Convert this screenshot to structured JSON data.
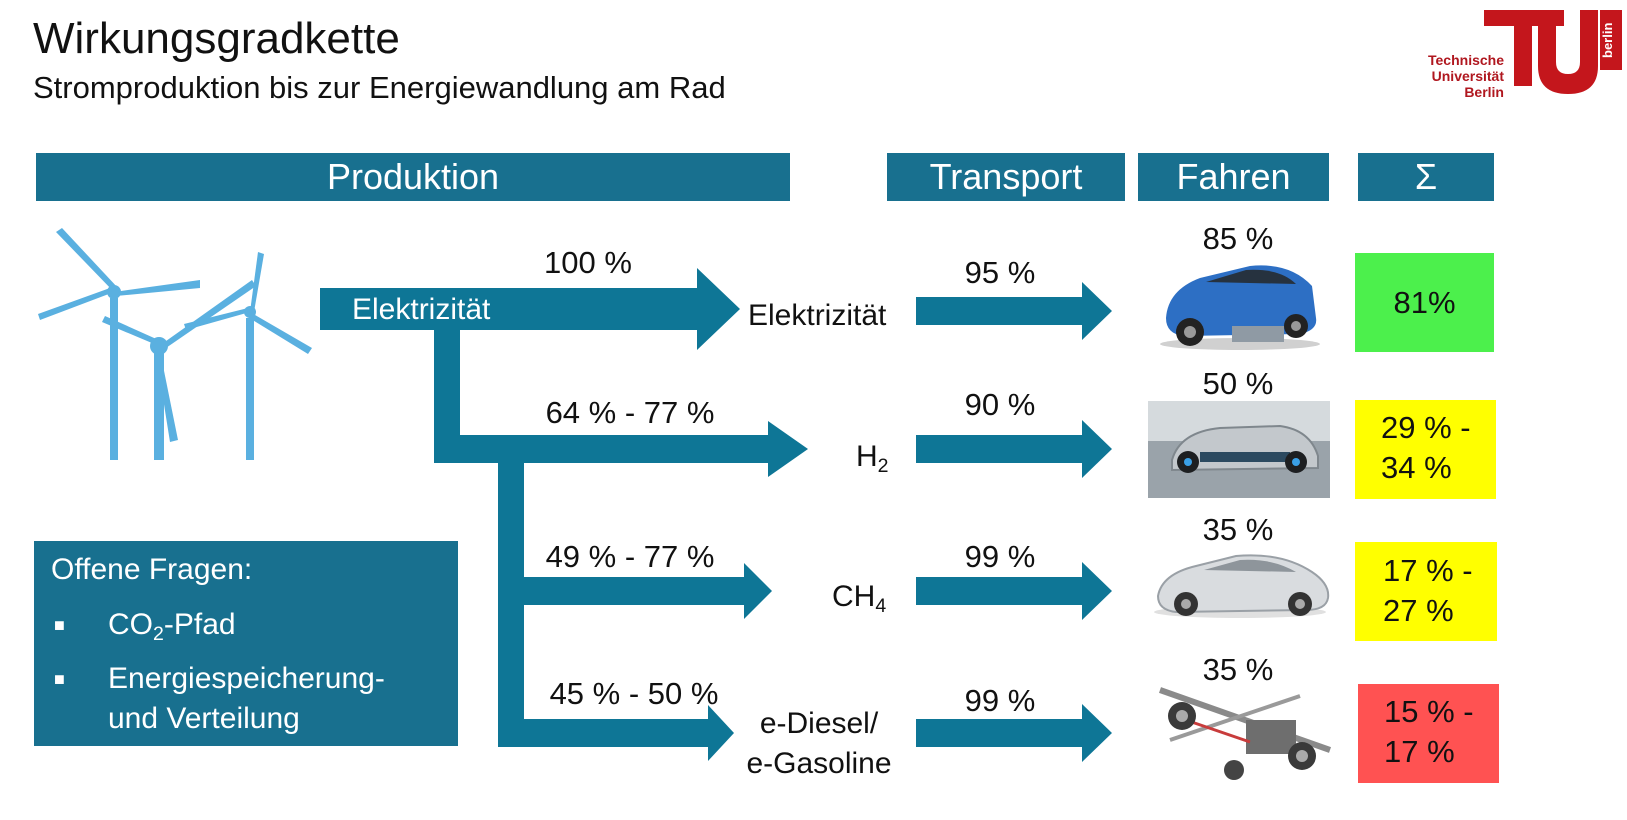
{
  "title": "Wirkungsgradkette",
  "subtitle": "Stromproduktion bis zur Energiewandlung am Rad",
  "logo": {
    "line1": "Technische",
    "line2": "Universität",
    "line3": "Berlin",
    "side": "berlin"
  },
  "headers": {
    "production": "Produktion",
    "transport": "Transport",
    "driving": "Fahren",
    "sum": "Σ"
  },
  "source_label": "Elektrizität",
  "rows": [
    {
      "prod_eff": "100 %",
      "node": "Elektrizität",
      "node_sub": "",
      "transport_eff": "95 %",
      "drive_eff": "85 %",
      "sum_line1": "81%",
      "sum_line2": "",
      "sum_color": "#4cf04c"
    },
    {
      "prod_eff": "64 % - 77 %",
      "node": "H",
      "node_sub": "2",
      "transport_eff": "90 %",
      "drive_eff": "50 %",
      "sum_line1": "29 % -",
      "sum_line2": "34 %",
      "sum_color": "#ffff00"
    },
    {
      "prod_eff": "49 % - 77 %",
      "node": "CH",
      "node_sub": "4",
      "transport_eff": "99 %",
      "drive_eff": "35 %",
      "sum_line1": "17 % -",
      "sum_line2": "27 %",
      "sum_color": "#ffff00"
    },
    {
      "prod_eff": "45 % - 50 %",
      "node": "e-Diesel/",
      "node_line2": "e-Gasoline",
      "node_sub": "",
      "transport_eff": "99 %",
      "drive_eff": "35 %",
      "sum_line1": "15 % -",
      "sum_line2": "17 %",
      "sum_color": "#ff5252"
    }
  ],
  "questions": {
    "title": "Offene Fragen:",
    "item1_pre": "CO",
    "item1_sub": "2",
    "item1_post": "-Pfad",
    "item2_line1": "Energiespeicherung-",
    "item2_line2": "und Verteilung"
  },
  "colors": {
    "accent": "#18708f",
    "arrow": "#0e7696",
    "turbine": "#5ab0e0",
    "logo_red": "#c4161c"
  }
}
